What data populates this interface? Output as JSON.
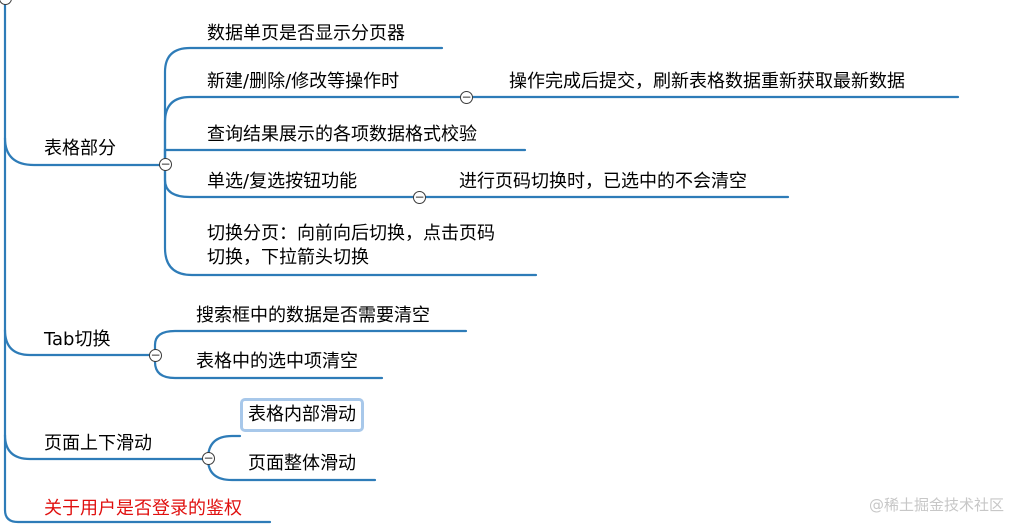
{
  "branches": [
    {
      "label": "表格部分",
      "children": [
        {
          "label": "数据单页是否显示分页器",
          "children": []
        },
        {
          "label": "新建/删除/修改等操作时",
          "children": [
            {
              "label": "操作完成后提交，刷新表格数据重新获取最新数据"
            }
          ]
        },
        {
          "label": "查询结果展示的各项数据格式校验",
          "children": []
        },
        {
          "label": "单选/复选按钮功能",
          "children": [
            {
              "label": "进行页码切换时，已选中的不会清空"
            }
          ]
        },
        {
          "label": "切换分页：向前向后切换，点击页码\n切换，下拉箭头切换",
          "children": []
        }
      ]
    },
    {
      "label": "Tab切换",
      "children": [
        {
          "label": "搜索框中的数据是否需要清空",
          "children": []
        },
        {
          "label": "表格中的选中项清空",
          "children": []
        }
      ]
    },
    {
      "label": "页面上下滑动",
      "children": [
        {
          "label": "表格内部滑动",
          "children": []
        },
        {
          "label": "页面整体滑动",
          "children": []
        }
      ]
    },
    {
      "label": "关于用户是否登录的鉴权",
      "children": []
    }
  ],
  "collapse_symbol": "−",
  "colors": {
    "branch_line": "#2e7cb8",
    "highlight_text": "#e0100f",
    "selection_border": "#a8c8ea"
  },
  "watermark": "@稀土掘金技术社区"
}
